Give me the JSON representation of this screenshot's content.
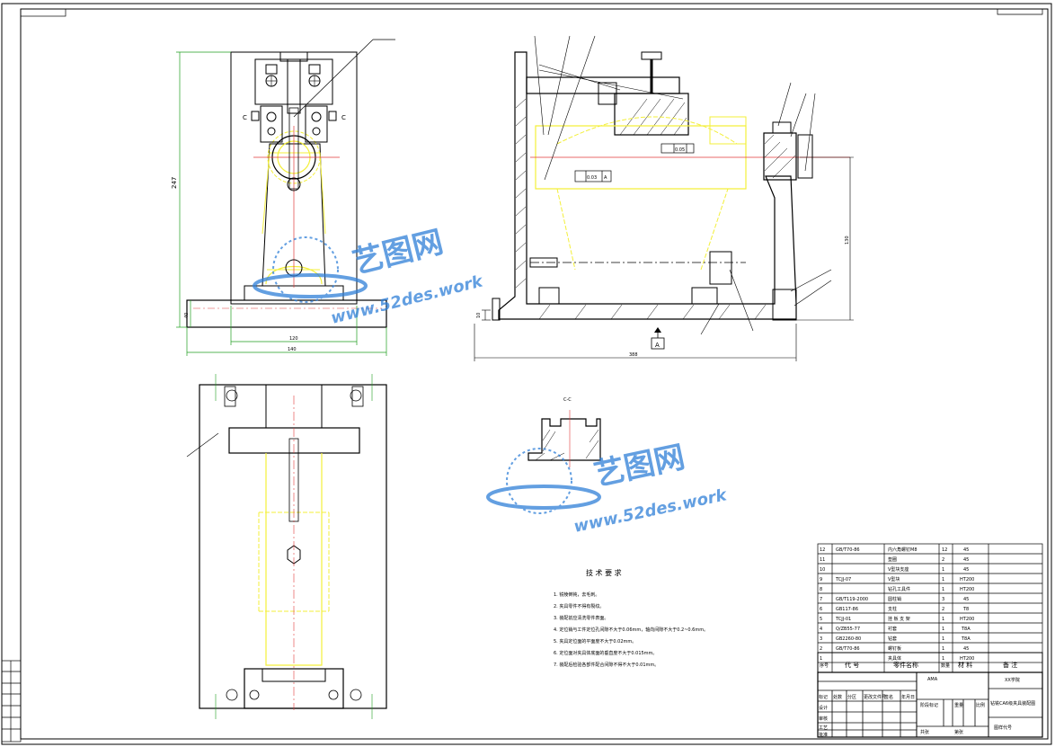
{
  "views": {
    "dim_height": "247",
    "dim_base_h": "40",
    "dim_base_w_inner": "120",
    "dim_base_w_outer": "140",
    "section_mark": "C",
    "section_view_label": "C-C",
    "datum_label": "A",
    "tol_flat": "0.05",
    "tol_perp": "0.03",
    "datum_ref": "A",
    "dim_side_width": "388",
    "dim_side_height": "130",
    "dim_side_small": "10"
  },
  "tech_req": {
    "title": "技 术 要 求",
    "items": [
      "1. 锐棱倒钝，去毛刺。",
      "2. 夹具零件不得有裂纹。",
      "3. 装配前应清洗零件表面。",
      "4. 定位销与工件定位孔间隙不大于0.06mm，轴向间隙不大于0.2~0.6mm。",
      "5. 夹具定位面的平面度不大于0.02mm。",
      "6. 定位面对夹具体底面的垂直度不大于0.015mm。",
      "7. 装配后检验各部件配合间隙不得不大于0.01mm。"
    ]
  },
  "parts": {
    "headers": {
      "no": "序号",
      "code": "代 号",
      "name": "零件名称",
      "qty": "数量",
      "material": "材 料",
      "note": "备 注"
    },
    "rows": [
      {
        "no": "12",
        "code": "GB/T70-86",
        "name": "内六角螺钉M8",
        "qty": "12",
        "material": "45"
      },
      {
        "no": "11",
        "code": "",
        "name": "垫圈",
        "qty": "2",
        "material": "45"
      },
      {
        "no": "10",
        "code": "",
        "name": "V型块支座",
        "qty": "1",
        "material": "45"
      },
      {
        "no": "9",
        "code": "TCJJ-07",
        "name": "V型块",
        "qty": "1",
        "material": "HT200"
      },
      {
        "no": "8",
        "code": "",
        "name": "钻孔工具件",
        "qty": "1",
        "material": "HT200"
      },
      {
        "no": "7",
        "code": "GB/T119-2000",
        "name": "圆柱销",
        "qty": "3",
        "material": "45"
      },
      {
        "no": "6",
        "code": "GB117-86",
        "name": "支柱",
        "qty": "2",
        "material": "T8"
      },
      {
        "no": "5",
        "code": "TCJJ-01",
        "name": "挂 板 支 架",
        "qty": "1",
        "material": "HT200"
      },
      {
        "no": "4",
        "code": "Q/ZB55-77",
        "name": "衬套",
        "qty": "1",
        "material": "T8A"
      },
      {
        "no": "3",
        "code": "GB2260-80",
        "name": "钻套",
        "qty": "1",
        "material": "T8A"
      },
      {
        "no": "2",
        "code": "GB/T70-86",
        "name": "螺钉板",
        "qty": "1",
        "material": "45"
      },
      {
        "no": "1",
        "code": "",
        "name": "夹具体",
        "qty": "1",
        "material": "HT200"
      }
    ]
  },
  "title_block": {
    "school": "XX学院",
    "material_label": "AMA",
    "drawing_title": "钻铣CA6级夹具装配图",
    "drawing_no": "图样代号",
    "row_labels": [
      "标记",
      "处数",
      "分区",
      "更改文件号",
      "签名",
      "年月日"
    ],
    "role_labels": [
      "设计",
      "审核",
      "工艺",
      "批准"
    ],
    "field_labels": [
      "阶段标记",
      "重量",
      "比例"
    ],
    "sheet_labels": [
      "共张",
      "第张"
    ]
  },
  "watermark": {
    "brand_cn": "艺图网",
    "url": "www.52des.work"
  },
  "colors": {
    "line": "#000000",
    "hidden": "#f3ef3a",
    "dim": "#1f9e1f",
    "center": "#e03a3a",
    "wm": "#2f7fd8"
  }
}
